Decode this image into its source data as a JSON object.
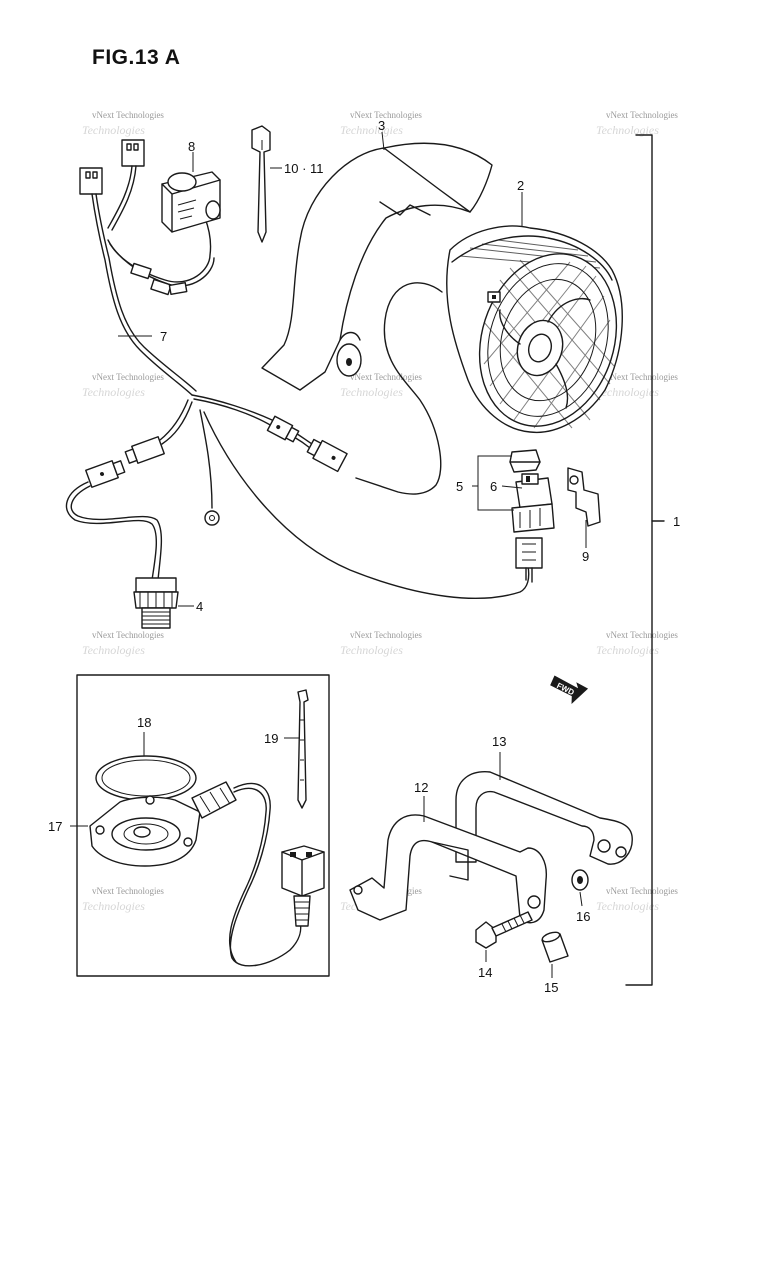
{
  "figure": {
    "title": "FIG.13 A"
  },
  "callouts": [
    {
      "id": "1",
      "text": "1"
    },
    {
      "id": "2",
      "text": "2"
    },
    {
      "id": "3",
      "text": "3"
    },
    {
      "id": "4",
      "text": "4"
    },
    {
      "id": "5",
      "text": "5"
    },
    {
      "id": "6",
      "text": "6"
    },
    {
      "id": "7",
      "text": "7"
    },
    {
      "id": "8",
      "text": "8"
    },
    {
      "id": "9",
      "text": "9"
    },
    {
      "id": "10",
      "text": "10 · 11"
    },
    {
      "id": "12",
      "text": "12"
    },
    {
      "id": "13",
      "text": "13"
    },
    {
      "id": "14",
      "text": "14"
    },
    {
      "id": "15",
      "text": "15"
    },
    {
      "id": "16",
      "text": "16"
    },
    {
      "id": "17",
      "text": "17"
    },
    {
      "id": "18",
      "text": "18"
    },
    {
      "id": "19",
      "text": "19"
    }
  ],
  "direction_marker": {
    "text": "FWD"
  },
  "watermark": {
    "line1": "vNext Technologies",
    "line2": "Technologies"
  }
}
